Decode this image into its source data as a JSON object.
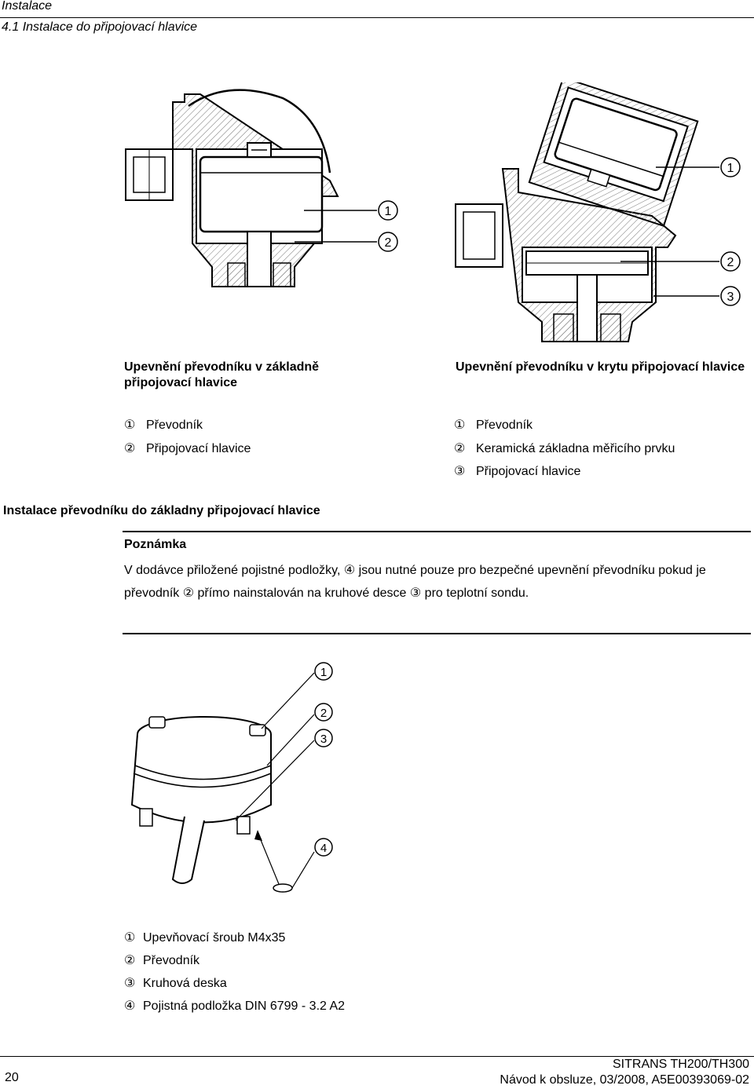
{
  "header": {
    "chapter": "Instalace",
    "section": "4.1 Instalace do připojovací hlavice"
  },
  "figure_left": {
    "caption": "Upevnění převodníku v základně připojovací hlavice",
    "callouts": [
      "1",
      "2"
    ],
    "legend": [
      {
        "num": "①",
        "text": "Převodník"
      },
      {
        "num": "②",
        "text": "Připojovací hlavice"
      }
    ]
  },
  "figure_right": {
    "caption": "Upevnění převodníku v krytu připojovací hlavice",
    "callouts": [
      "1",
      "2",
      "3"
    ],
    "legend": [
      {
        "num": "①",
        "text": "Převodník"
      },
      {
        "num": "②",
        "text": "Keramická základna měřicího prvku"
      },
      {
        "num": "③",
        "text": "Připojovací hlavice"
      }
    ]
  },
  "install_heading": "Instalace převodníku do základny připojovací hlavice",
  "note": {
    "title": "Poznámka",
    "body": "V dodávce přiložené pojistné podložky, ④ jsou nutné pouze pro bezpečné upevnění převodníku pokud je převodník ② přímo nainstalován na kruhové desce ③ pro teplotní sondu."
  },
  "figure_bottom": {
    "callouts": [
      "1",
      "2",
      "3",
      "4"
    ],
    "legend": [
      {
        "num": "①",
        "text": "Upevňovací šroub M4x35"
      },
      {
        "num": "②",
        "text": "Převodník"
      },
      {
        "num": "③",
        "text": "Kruhová deska"
      },
      {
        "num": "④",
        "text": "Pojistná podložka DIN 6799 - 3.2 A2"
      }
    ]
  },
  "footer": {
    "page_number": "20",
    "product": "SITRANS TH200/TH300",
    "document": "Návod k obsluze, 03/2008, A5E00393069-02"
  }
}
